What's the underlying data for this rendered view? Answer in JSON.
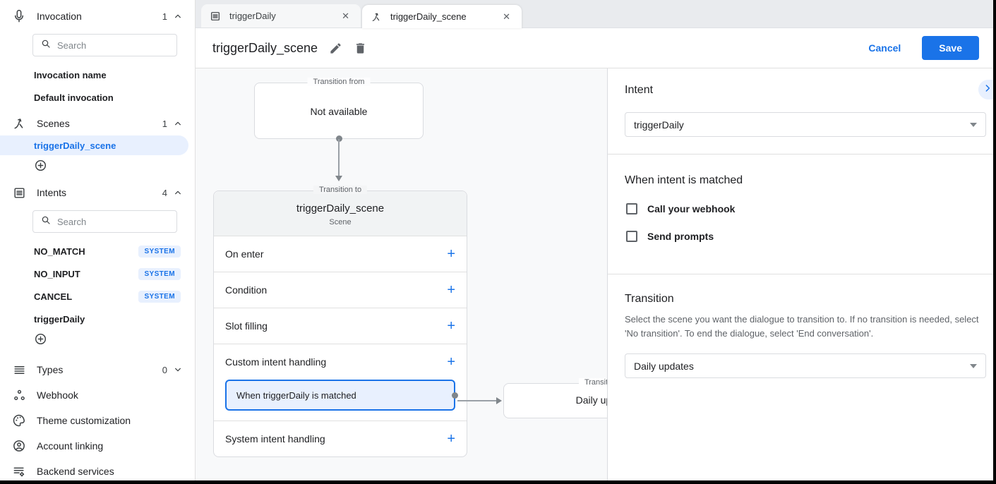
{
  "icons": {
    "plus": "+",
    "close": "✕"
  },
  "colors": {
    "accent": "#1a73e8",
    "accent_light": "#e8f0fe",
    "text": "#202124",
    "muted": "#5f6368",
    "border": "#dadce0",
    "canvas_bg": "#f8f9fa"
  },
  "sidebar": {
    "invocation": {
      "label": "Invocation",
      "count": "1",
      "search_placeholder": "Search",
      "items": [
        "Invocation name",
        "Default invocation"
      ]
    },
    "scenes": {
      "label": "Scenes",
      "count": "1",
      "selected_item": "triggerDaily_scene"
    },
    "intents": {
      "label": "Intents",
      "count": "4",
      "search_placeholder": "Search",
      "items": [
        {
          "name": "NO_MATCH",
          "badge": "SYSTEM"
        },
        {
          "name": "NO_INPUT",
          "badge": "SYSTEM"
        },
        {
          "name": "CANCEL",
          "badge": "SYSTEM"
        },
        {
          "name": "triggerDaily"
        }
      ]
    },
    "types": {
      "label": "Types",
      "count": "0"
    },
    "webhook": "Webhook",
    "theme": "Theme customization",
    "account": "Account linking",
    "backend": "Backend services"
  },
  "tabs": [
    {
      "label": "triggerDaily"
    },
    {
      "label": "triggerDaily_scene"
    }
  ],
  "header": {
    "title": "triggerDaily_scene",
    "cancel": "Cancel",
    "save": "Save"
  },
  "canvas": {
    "transition_from": {
      "label": "Transition from",
      "value": "Not available"
    },
    "scene_node": {
      "label": "Transition to",
      "title": "triggerDaily_scene",
      "subtitle": "Scene",
      "sections": [
        "On enter",
        "Condition",
        "Slot filling",
        "Custom intent handling",
        "System intent handling"
      ],
      "intent_item": "When triggerDaily is matched"
    },
    "target_node": {
      "label": "Transition to",
      "value": "Daily updates"
    }
  },
  "panel": {
    "intent_heading": "Intent",
    "intent_value": "triggerDaily",
    "matched_heading": "When intent is matched",
    "webhook_checkbox": "Call your webhook",
    "prompts_checkbox": "Send prompts",
    "transition_heading": "Transition",
    "transition_description": "Select the scene you want the dialogue to transition to. If no transition is needed, select 'No transition'. To end the dialogue, select 'End conversation'.",
    "transition_value": "Daily updates"
  }
}
